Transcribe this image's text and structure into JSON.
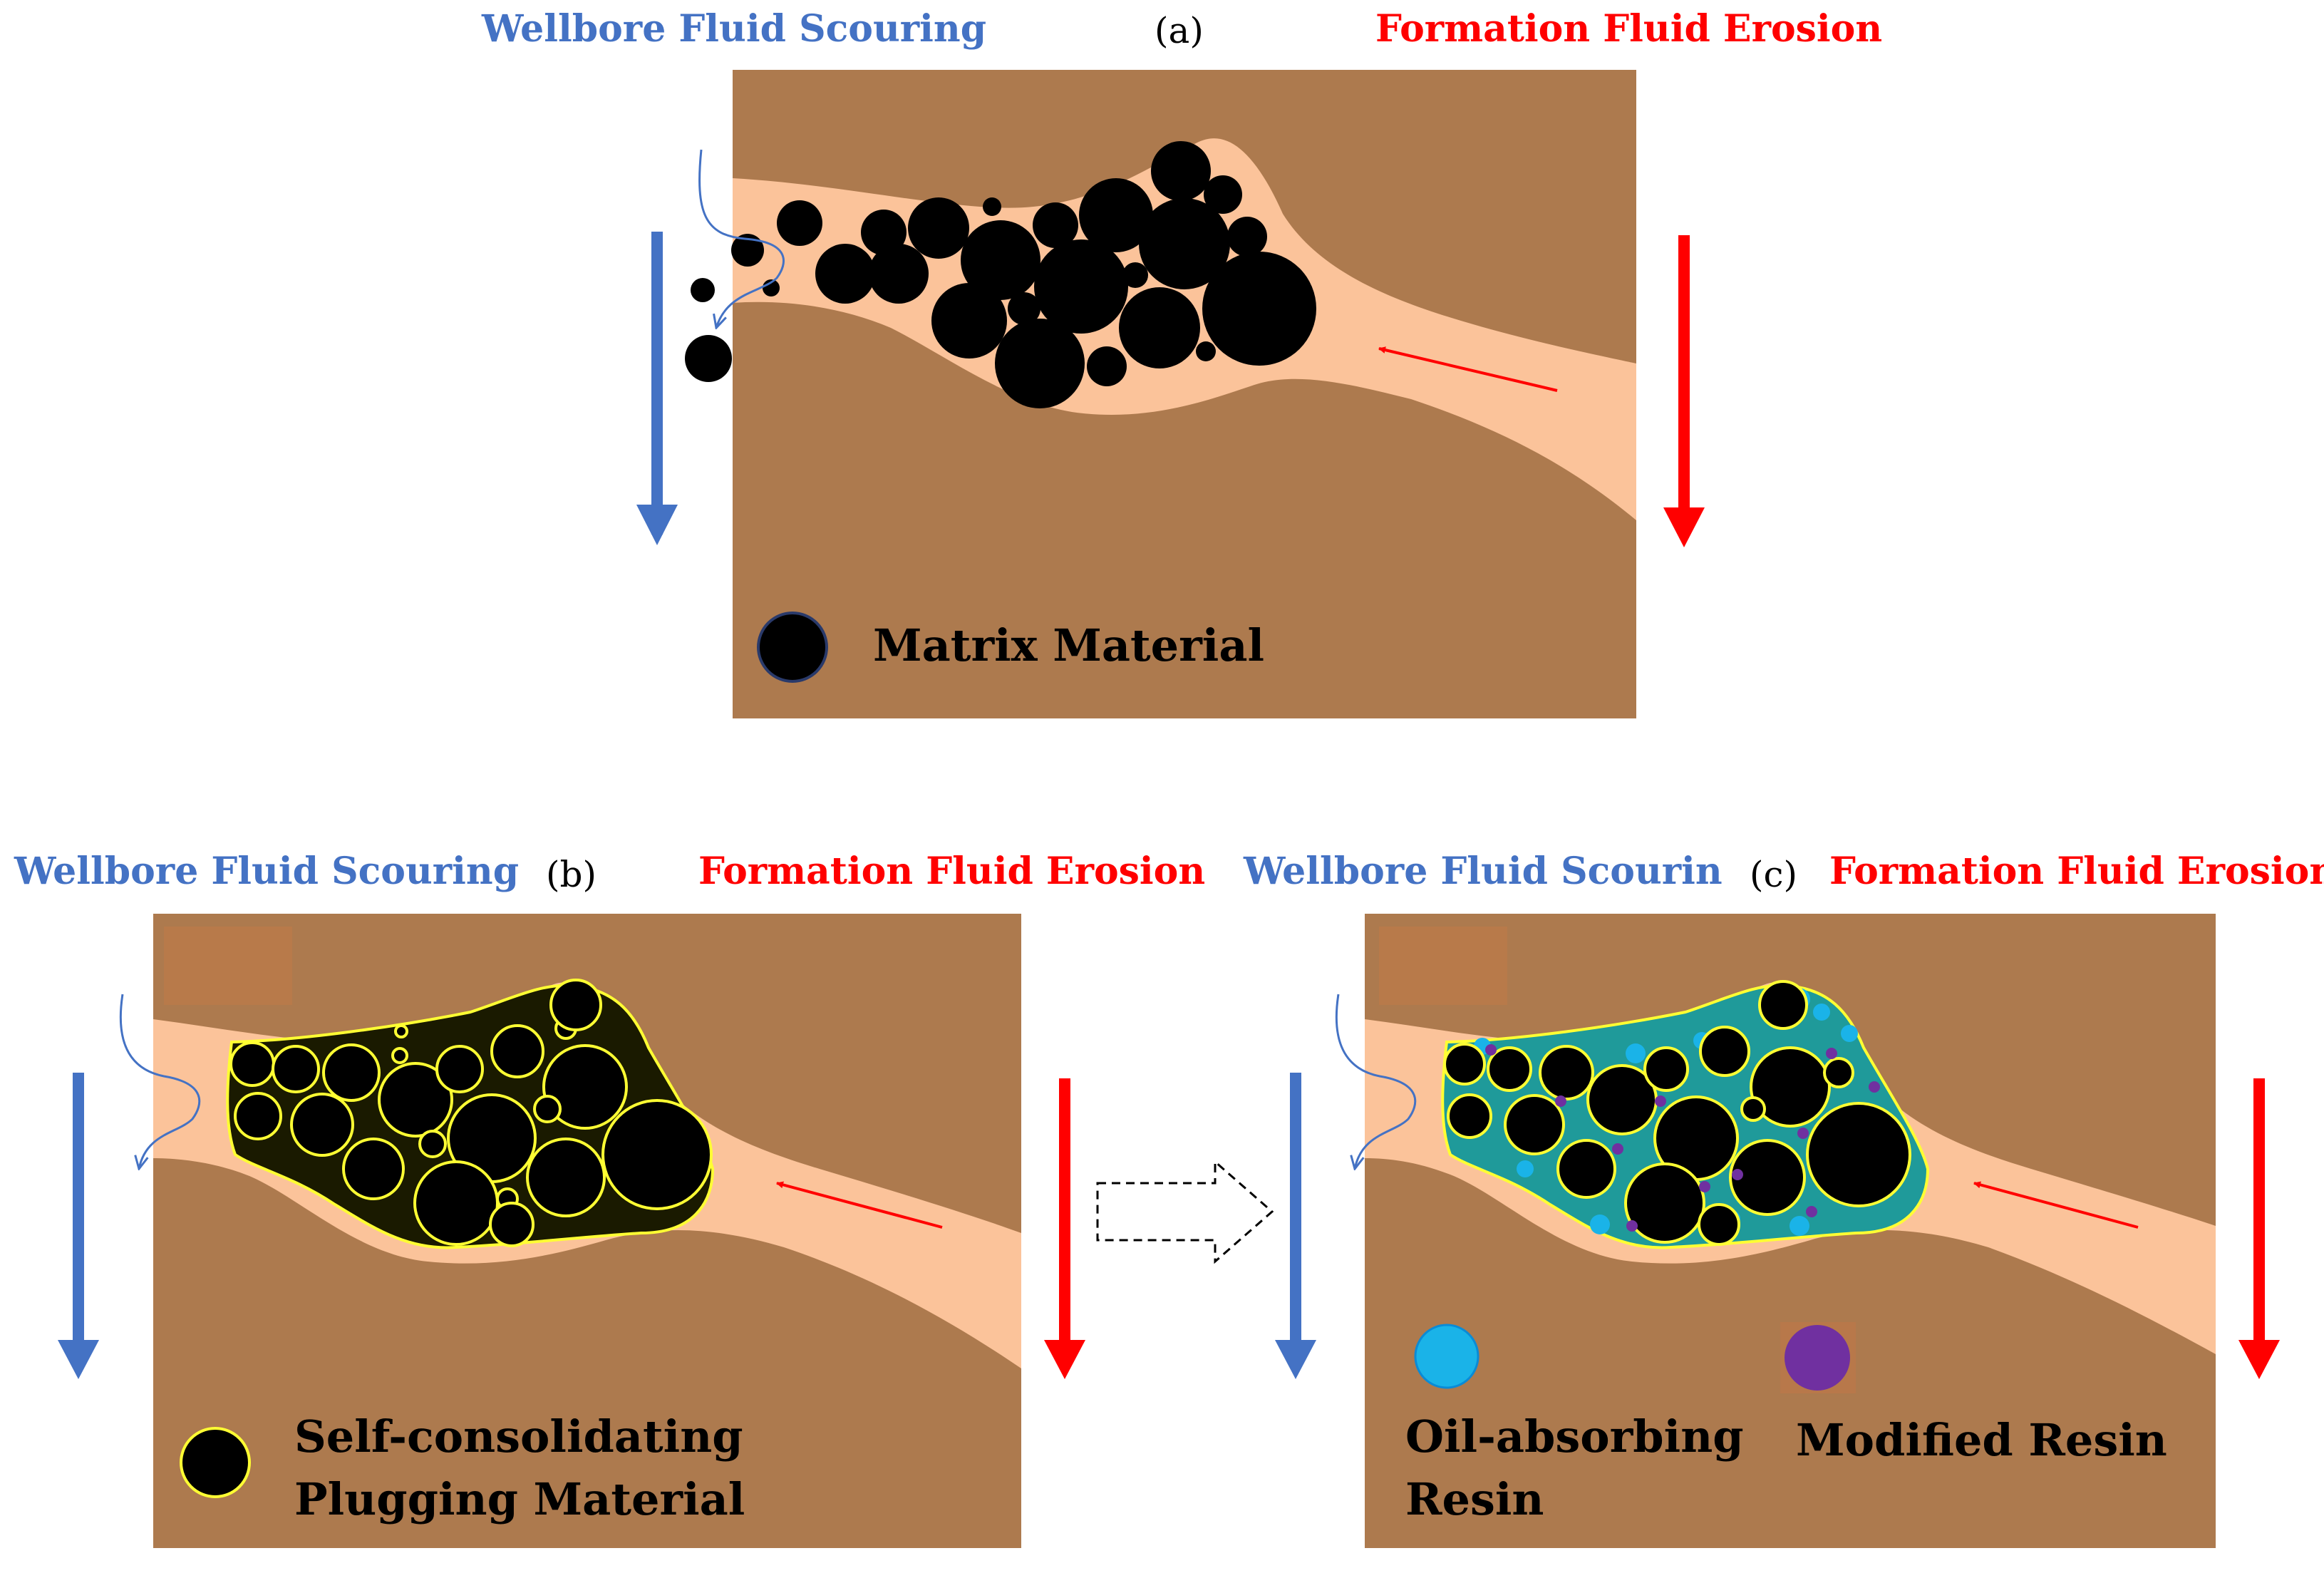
{
  "panel_a": {
    "tag": "(a)",
    "left_label": "Wellbore Fluid Scouring",
    "right_label": "Formation Fluid Erosion",
    "legend": {
      "text": "Matrix Material"
    }
  },
  "panel_b": {
    "tag": "(b)",
    "left_label": "Wellbore Fluid Scouring",
    "right_label": "Formation Fluid Erosion",
    "legend": {
      "line1": "Self-consolidating",
      "line2": "Plugging Material"
    }
  },
  "panel_c": {
    "tag": "(c)",
    "left_label": "Wellbore Fluid Scourin",
    "right_label": "Formation Fluid Erosion",
    "legend_blue": {
      "line1": "Oil-absorbing",
      "line2": "Resin"
    },
    "legend_purple": {
      "text": "Modified Resin"
    }
  },
  "colors": {
    "rock": "#ad7a4e",
    "fracture": "#fbc39a",
    "wellbore_blue": "#4472c4",
    "formation_red": "#ff0000",
    "particle": "#000000",
    "binder_yellow": "#ffff33",
    "oil_resin_blue": "#1ab3e8",
    "modified_resin_purple": "#7030a0"
  }
}
